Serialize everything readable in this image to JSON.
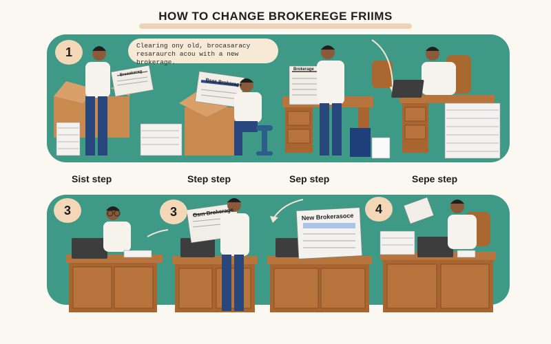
{
  "title": "HOW TO CHANGE BROKEREGE FRIIMS",
  "speech_bubble": {
    "line1": "Clearing ony old, brocasaracy",
    "line2": "resaraurch acou with a new brokerage."
  },
  "badges": {
    "top_1": "1",
    "bottom_1": "3",
    "bottom_2": "3",
    "bottom_3": "4"
  },
  "step_labels": [
    "Sist step",
    "Step step",
    "Sep step",
    "Sepe step"
  ],
  "paper_headers": {
    "top_box": "Bsas Brokerage",
    "top_reader": "Breeakerag",
    "top_desk": "Brokerage",
    "bottom_left": "Osm Brokerage",
    "bottom_sign": "New Brokerasoce"
  },
  "colors": {
    "panel": "#3e9a86",
    "badge": "#f3d7b6",
    "desk": "#b8743d",
    "shirt": "#f6f3ec",
    "pants": "#27477d"
  }
}
